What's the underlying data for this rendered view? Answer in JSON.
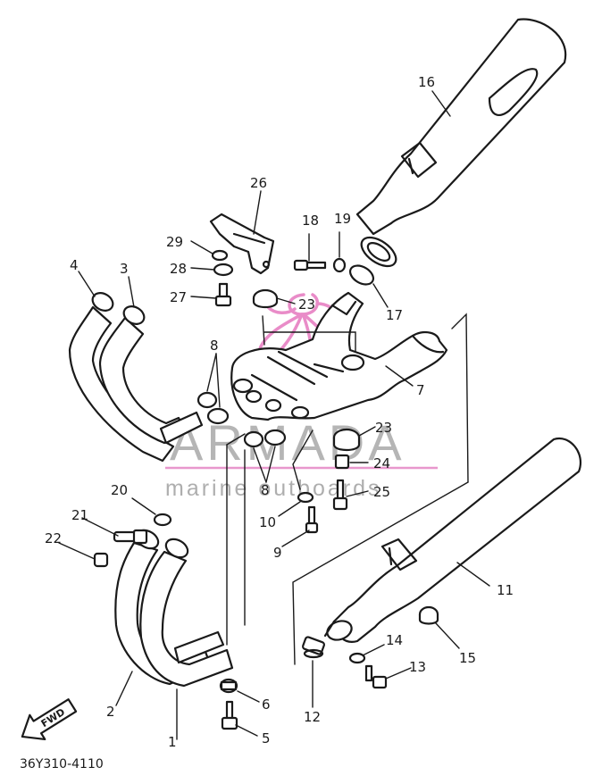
{
  "diagram_code": "36Y310-4110",
  "fwd_label": "FWD",
  "watermark": {
    "brand": "ARMADA",
    "tagline": "marine outboards",
    "accent_color": "#e98cc8"
  },
  "callouts": [
    {
      "id": "c1",
      "label": "1"
    },
    {
      "id": "c2",
      "label": "2"
    },
    {
      "id": "c3",
      "label": "3"
    },
    {
      "id": "c4",
      "label": "4"
    },
    {
      "id": "c5",
      "label": "5"
    },
    {
      "id": "c6",
      "label": "6"
    },
    {
      "id": "c7",
      "label": "7"
    },
    {
      "id": "c8a",
      "label": "8"
    },
    {
      "id": "c8b",
      "label": "8"
    },
    {
      "id": "c9",
      "label": "9"
    },
    {
      "id": "c10",
      "label": "10"
    },
    {
      "id": "c11",
      "label": "11"
    },
    {
      "id": "c12",
      "label": "12"
    },
    {
      "id": "c13",
      "label": "13"
    },
    {
      "id": "c14",
      "label": "14"
    },
    {
      "id": "c15",
      "label": "15"
    },
    {
      "id": "c16",
      "label": "16"
    },
    {
      "id": "c17",
      "label": "17"
    },
    {
      "id": "c18",
      "label": "18"
    },
    {
      "id": "c19",
      "label": "19"
    },
    {
      "id": "c20",
      "label": "20"
    },
    {
      "id": "c21",
      "label": "21"
    },
    {
      "id": "c22",
      "label": "22"
    },
    {
      "id": "c23a",
      "label": "23"
    },
    {
      "id": "c23b",
      "label": "23"
    },
    {
      "id": "c24",
      "label": "24"
    },
    {
      "id": "c25",
      "label": "25"
    },
    {
      "id": "c26",
      "label": "26"
    },
    {
      "id": "c27",
      "label": "27"
    },
    {
      "id": "c28",
      "label": "28"
    },
    {
      "id": "c29",
      "label": "29"
    }
  ]
}
